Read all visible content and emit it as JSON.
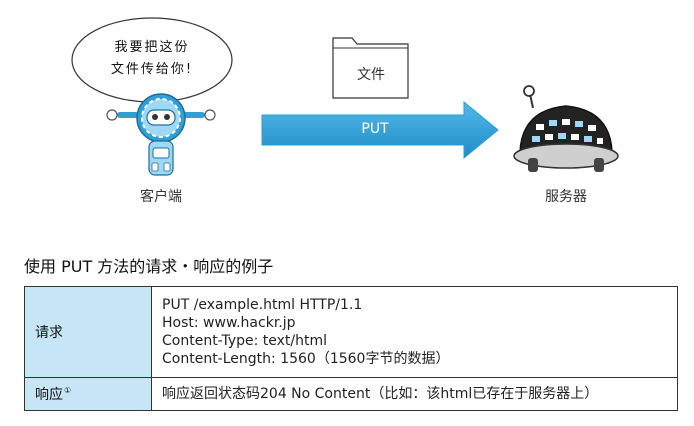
{
  "diagram": {
    "bubble_lines": [
      "我要把这份",
      "文件传给你!"
    ],
    "client_label": "客户端",
    "server_label": "服务器",
    "file_label": "文件",
    "arrow_label": "PUT",
    "arrow_color": "#2a9fd6"
  },
  "section_title": "使用 PUT 方法的请求・响应的例子",
  "table": {
    "header_bg": "#c6e6f6",
    "request_header": "请求",
    "request_lines": [
      "PUT /example.html HTTP/1.1",
      "Host: www.hackr.jp",
      "Content-Type: text/html",
      "Content-Length: 1560（1560字节的数据）"
    ],
    "response_header": "响应",
    "response_footnote_mark": "①",
    "response_body": "响应返回状态码204 No Content（比如：该html已存在于服务器上）"
  }
}
